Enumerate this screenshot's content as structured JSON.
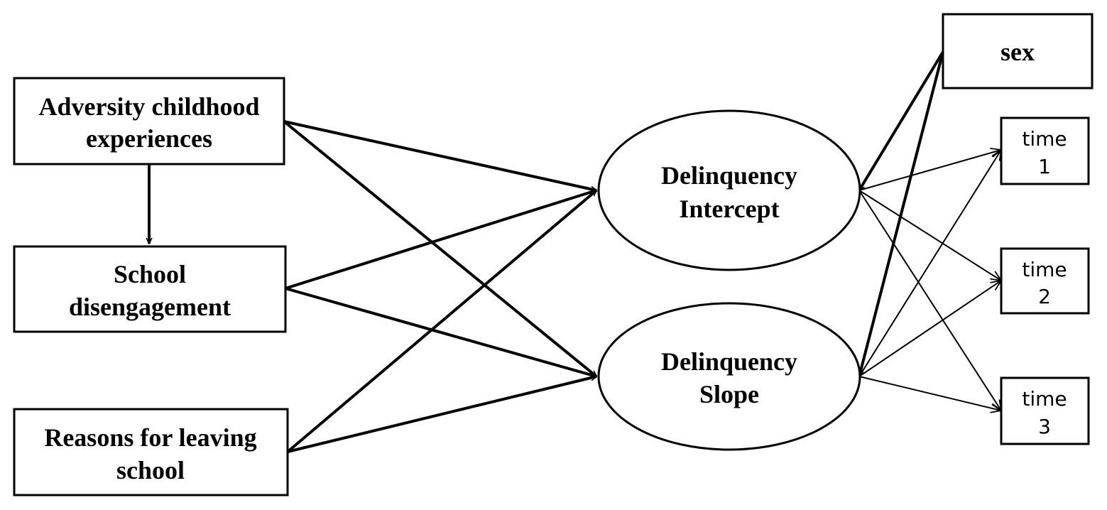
{
  "predictors": {
    "ace": [
      "Adversity childhood",
      "experiences"
    ],
    "school": [
      "School",
      "disengagement"
    ],
    "reasons": [
      "Reasons for leaving",
      "school"
    ]
  },
  "latents": {
    "intercept": [
      "Delinquency",
      "Intercept"
    ],
    "slope": [
      "Delinquency",
      "Slope"
    ]
  },
  "covariate": {
    "sex": "sex"
  },
  "indicators": {
    "time1": [
      "time",
      "1"
    ],
    "time2": [
      "time",
      "2"
    ],
    "time3": [
      "time",
      "3"
    ]
  }
}
